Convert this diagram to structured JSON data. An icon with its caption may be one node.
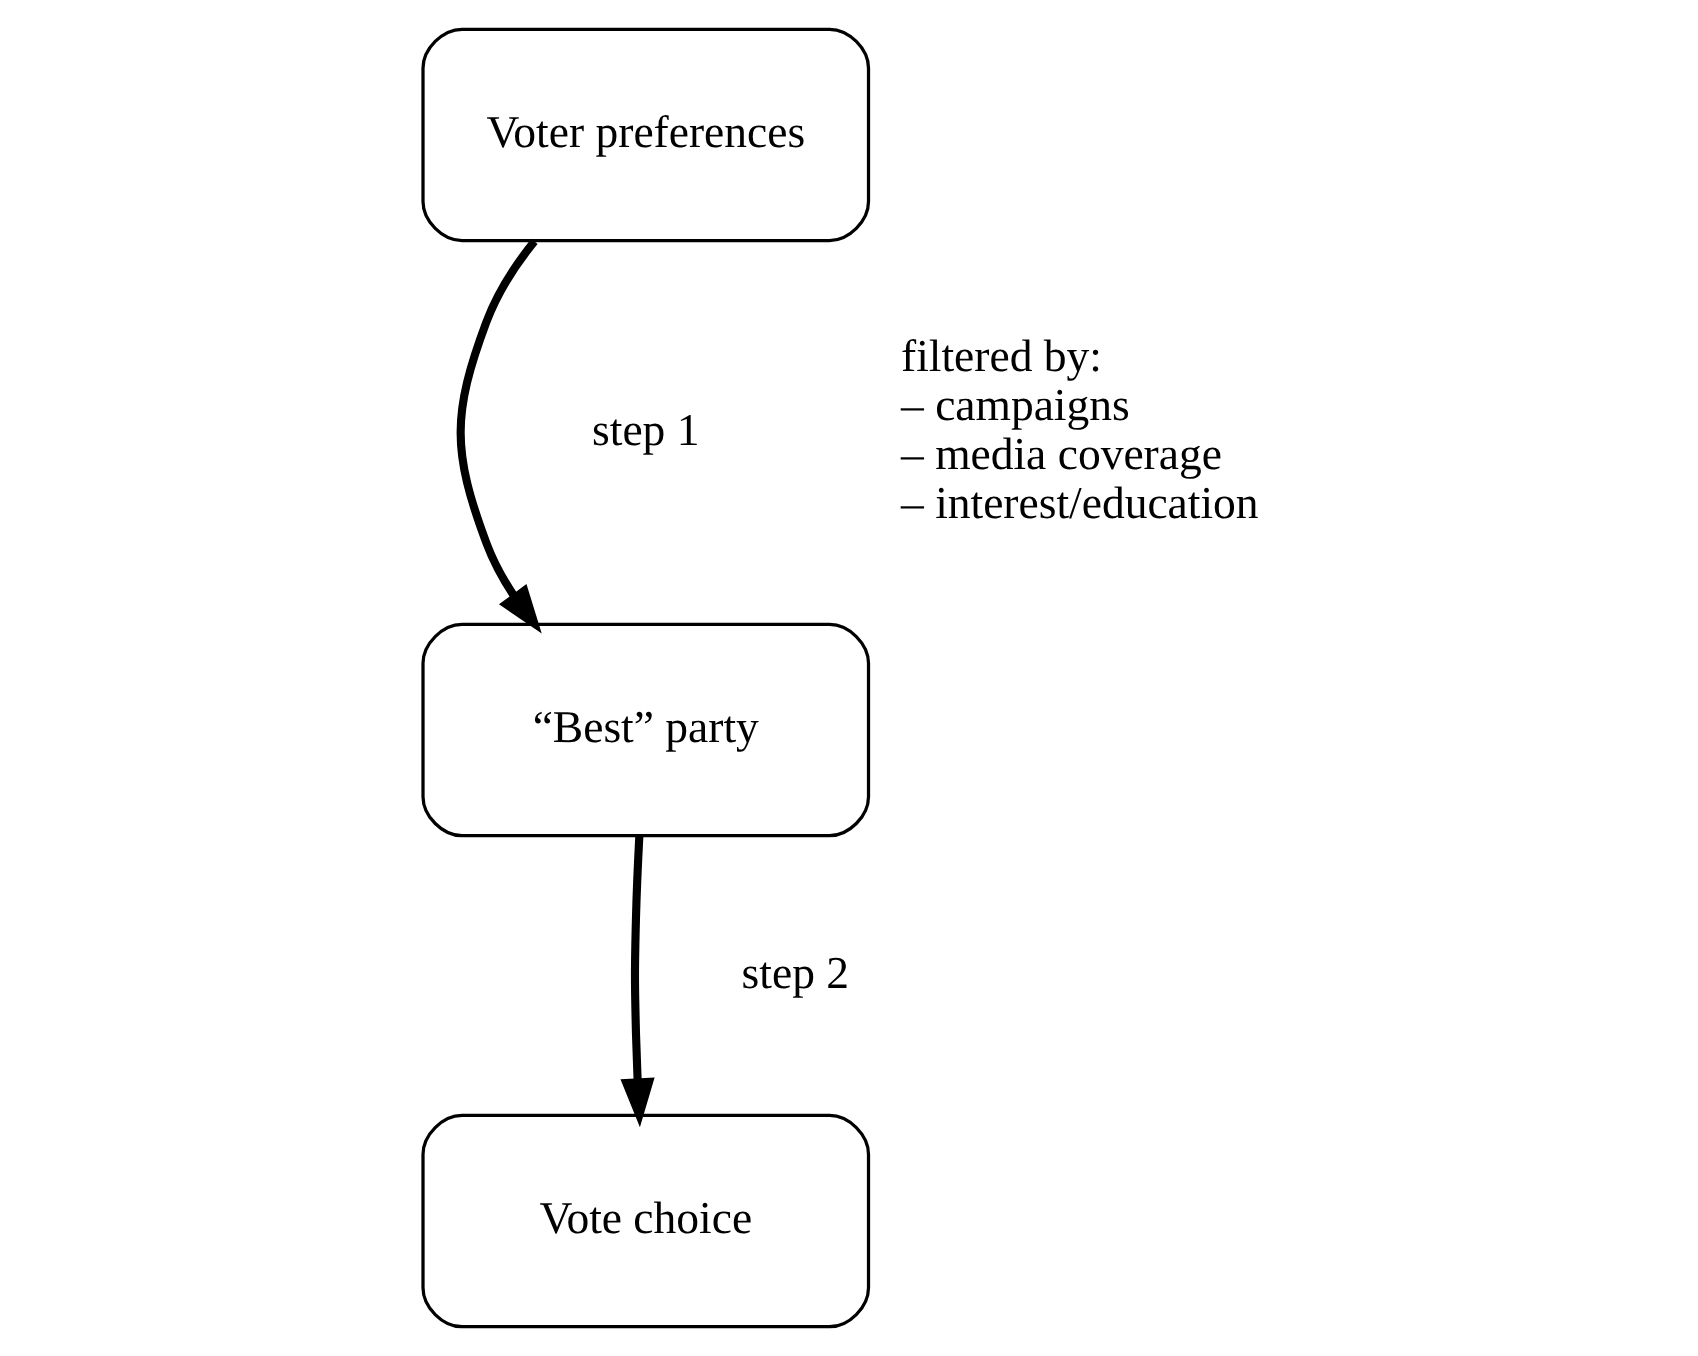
{
  "diagram": {
    "nodes": [
      {
        "text": [
          "Voter preferences"
        ]
      },
      {
        "text": [
          "“Best” party"
        ]
      },
      {
        "text": [
          "Vote choice"
        ]
      }
    ],
    "edges": [
      {
        "from": 0,
        "to": 1,
        "arrow": "to"
      },
      {
        "from": 1,
        "to": 2,
        "arrow": "to"
      }
    ],
    "labels": [
      "step 1",
      "step 2",
      "filtered by:",
      "– campaigns",
      "– media coverage",
      "– interest/education"
    ]
  }
}
